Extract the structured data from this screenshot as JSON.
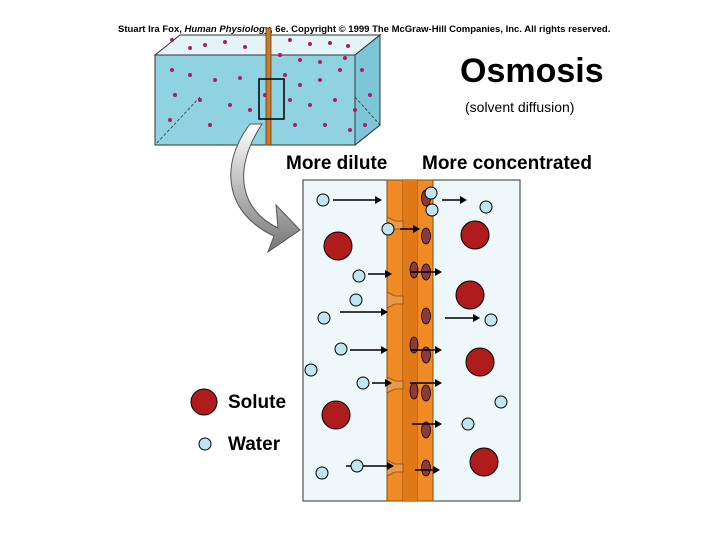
{
  "credit": {
    "author": "Stuart Ira Fox,",
    "book": "Human Physiology",
    "rest": ", 6e. Copyright © 1999 The McGraw-Hill Companies, Inc.  All rights reserved."
  },
  "title": "Osmosis",
  "subtitle": "(solvent diffusion)",
  "panel": {
    "left_label": "More dilute",
    "right_label": "More concentrated"
  },
  "legend": {
    "solute_label": "Solute",
    "water_label": "Water"
  },
  "colors": {
    "solute": "#b01c1c",
    "water": "#bfe6f0",
    "membrane": "#f08a24",
    "channel_molecule": "#8a3a3a",
    "beaker_water": "#8fd3e3",
    "panel_bg": "#eef7f9"
  }
}
